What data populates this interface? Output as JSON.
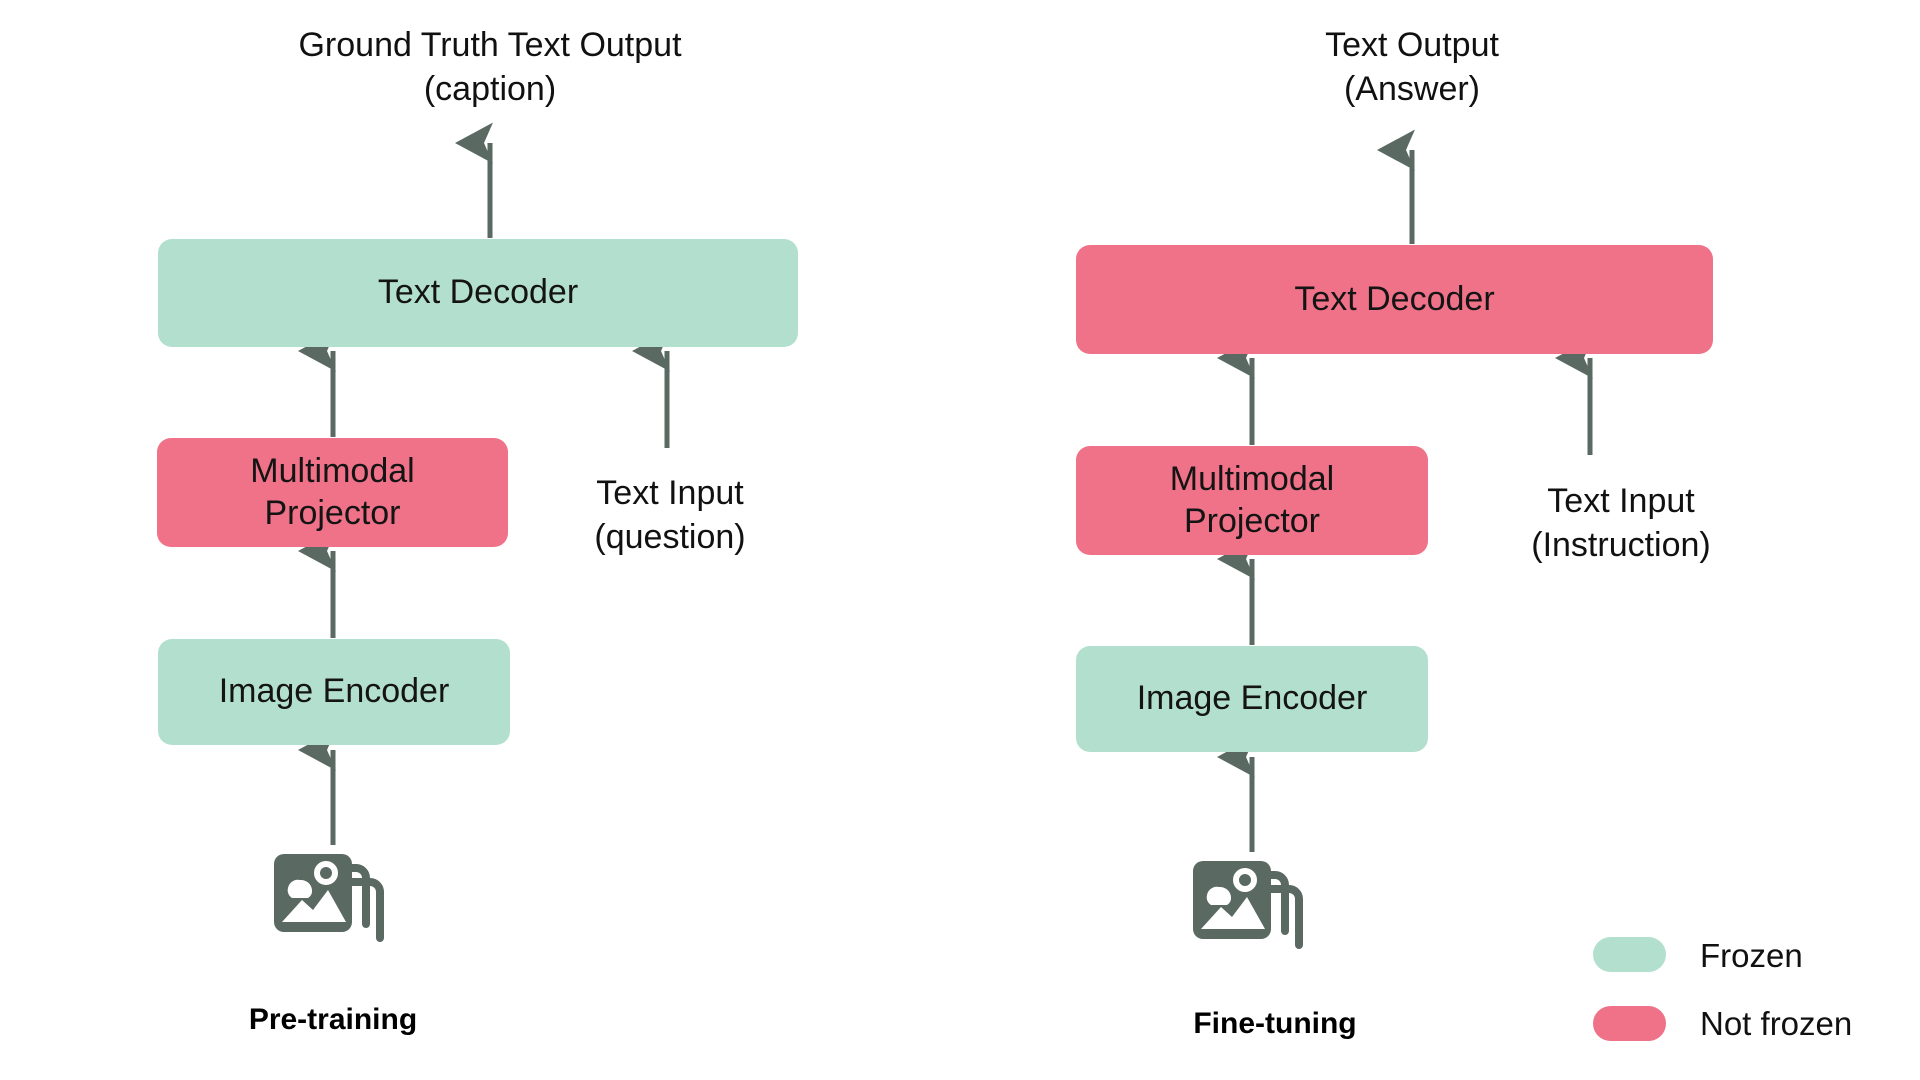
{
  "diagram": {
    "title_hidden": "",
    "colors": {
      "frozen": "#b3e0ce",
      "not_frozen": "#ef7289",
      "arrow": "#5a6a63",
      "text": "#111111",
      "background": "#ffffff"
    },
    "panels": [
      {
        "id": "pretraining",
        "caption": "Pre-training",
        "output_label": "Ground Truth Text Output\n(caption)",
        "text_input_label": "Text Input\n(question)",
        "blocks": [
          {
            "name": "Text Decoder",
            "state": "Frozen"
          },
          {
            "name": "Multimodal\nProjector",
            "state": "Not frozen"
          },
          {
            "name": "Image Encoder",
            "state": "Frozen"
          }
        ],
        "image_input_icon": "image-stack-icon"
      },
      {
        "id": "finetuning",
        "caption": "Fine-tuning",
        "output_label": "Text Output\n(Answer)",
        "text_input_label": "Text Input\n(Instruction)",
        "blocks": [
          {
            "name": "Text Decoder",
            "state": "Not frozen"
          },
          {
            "name": "Multimodal\nProjector",
            "state": "Not frozen"
          },
          {
            "name": "Image Encoder",
            "state": "Frozen"
          }
        ],
        "image_input_icon": "image-stack-icon"
      }
    ],
    "legend": {
      "items": [
        {
          "label": "Frozen",
          "color": "#b3e0ce"
        },
        {
          "label": "Not frozen",
          "color": "#ef7289"
        }
      ]
    }
  }
}
